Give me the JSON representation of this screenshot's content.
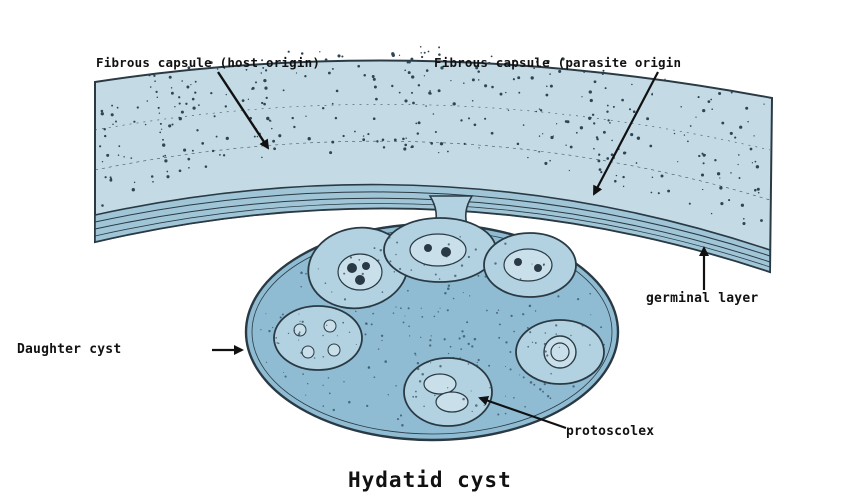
{
  "labels": {
    "host_capsule": "Fibrous capsule (host origin)",
    "parasite_capsule": "Fibrous capsule (parasite origin",
    "germinal_layer": "germinal layer",
    "daughter_cyst": "Daughter cyst",
    "protoscolex": "protoscolex",
    "title": "Hydatid cyst"
  },
  "colors": {
    "capsule_fill": "#c4dbe6",
    "layer_fill": "#9fc5d6",
    "cyst_fill": "#8fbcd2",
    "daughter_fill": "#b2d2e2",
    "outline": "#2a3a44",
    "stipple": "#2e4654",
    "label": "#111111"
  }
}
